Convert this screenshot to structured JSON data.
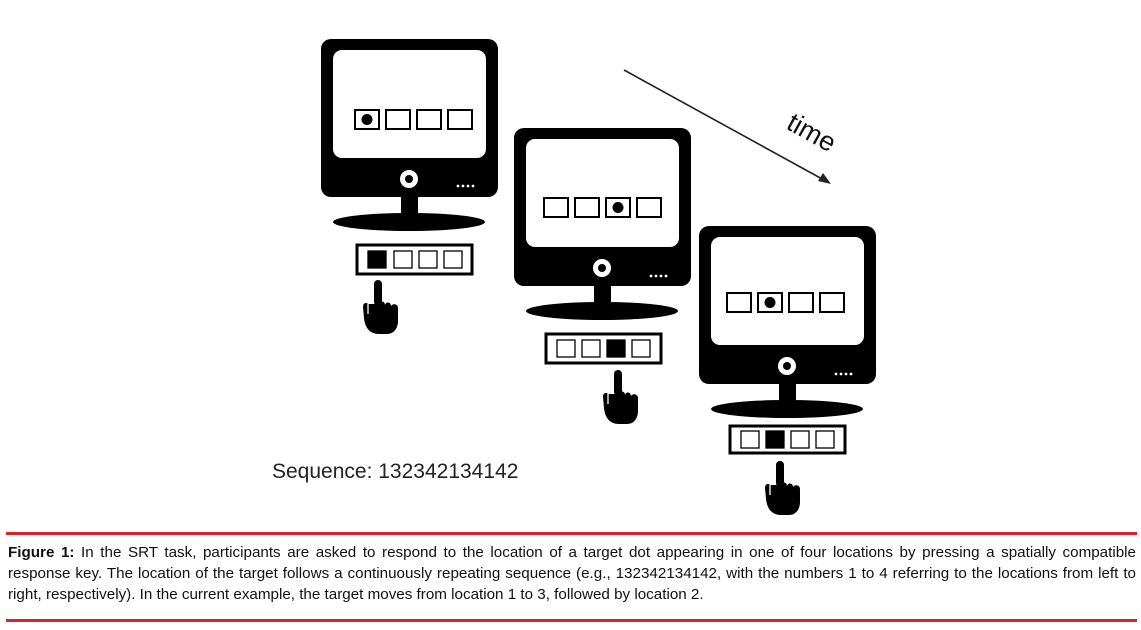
{
  "diagram": {
    "time_label": "time",
    "sequence_label": "Sequence: 132342134142",
    "monitors": [
      {
        "screen_target": 1,
        "key_pressed": 1
      },
      {
        "screen_target": 3,
        "key_pressed": 3
      },
      {
        "screen_target": 2,
        "key_pressed": 2
      }
    ]
  },
  "caption": {
    "label": "Figure 1:",
    "text": " In the SRT task, participants are asked to respond to the location of a target dot appearing in one of four locations by pressing a spatially compatible response key. The location of the target follows a continuously repeating sequence (e.g., 132342134142, with the numbers 1 to 4 referring to the locations from left to right, respectively). In the current example, the target moves from location 1 to 3, followed by location 2."
  },
  "colors": {
    "rule": "#d7262b",
    "ink": "#000000"
  }
}
